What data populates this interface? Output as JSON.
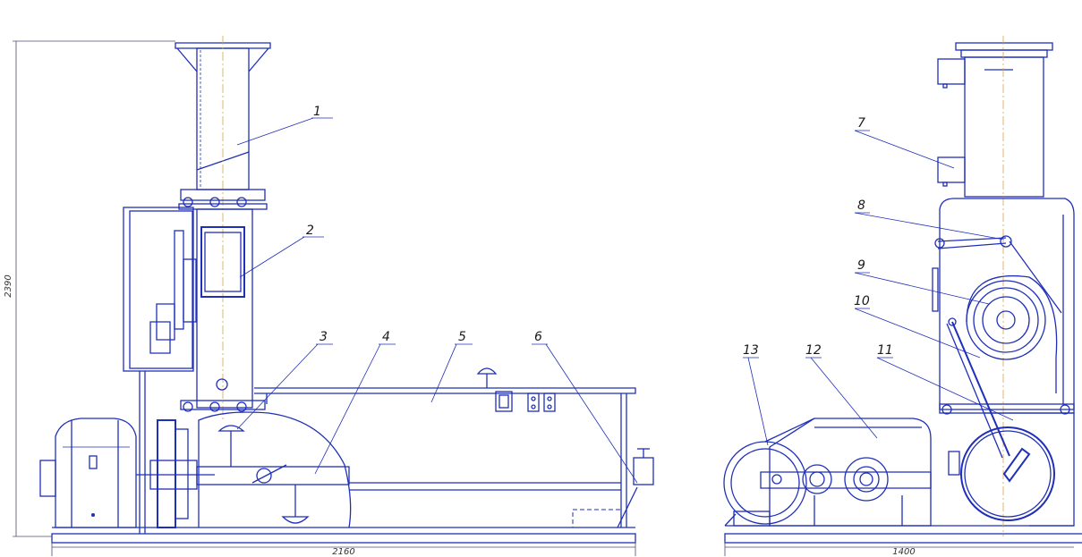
{
  "callouts": [
    "1",
    "2",
    "3",
    "4",
    "5",
    "6",
    "7",
    "8",
    "9",
    "10",
    "11",
    "12",
    "13"
  ],
  "dimensions": {
    "height": "2390",
    "front_width": "2160",
    "side_width": "1400"
  },
  "colors": {
    "line": "#1f2fb8",
    "axis": "#d9a24a",
    "background": "#ffffff"
  }
}
